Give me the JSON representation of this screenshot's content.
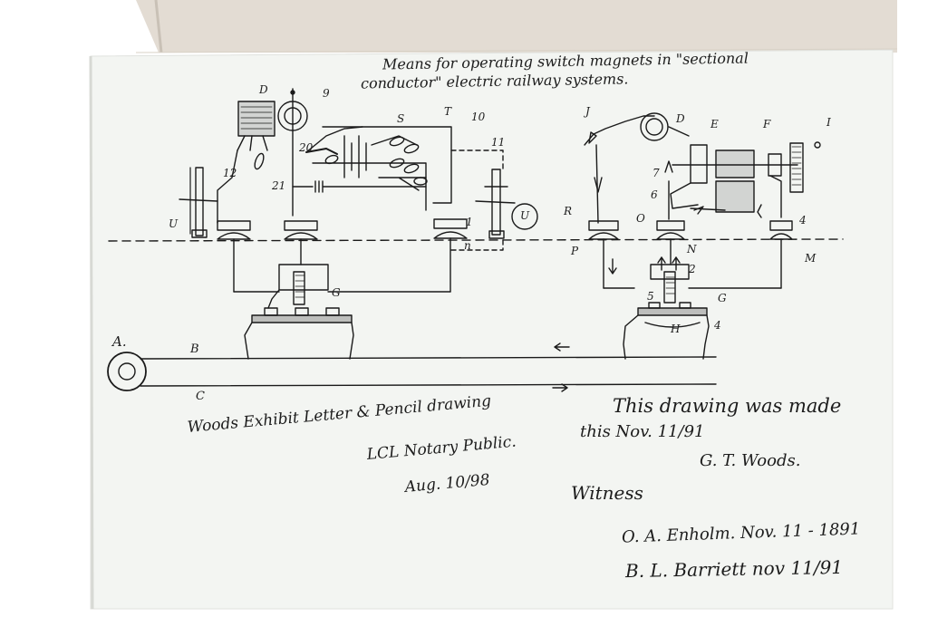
{
  "title": {
    "line1": "Means for operating switch magnets in \"sectional",
    "line2": "conductor\" electric railway systems."
  },
  "labels": {
    "D": "D",
    "n9": "9",
    "S": "S",
    "T": "T",
    "n10": "10",
    "n11": "11",
    "n20": "20",
    "n21": "21",
    "n12": "12",
    "U_left": "U",
    "U_circle": "U",
    "n1_left": "1",
    "n_small": "n",
    "G_left": "G",
    "J": "J",
    "D_right": "D",
    "E": "E",
    "F": "F",
    "I": "I",
    "n7": "7",
    "n6": "6",
    "R": "R",
    "O": "O",
    "n4_right": "4",
    "P": "P",
    "N": "N",
    "M": "M",
    "n2": "2",
    "n5": "5",
    "G_right": "G",
    "H": "H",
    "n4_bottom": "4",
    "A": "A.",
    "B": "B",
    "C": "C"
  },
  "annotations": {
    "exhibit": {
      "line1": "Woods Exhibit Letter & Pencil drawing",
      "line2": "LCL Notary Public.",
      "line3": "Aug. 10/98"
    },
    "statement": {
      "line1": "This drawing was made",
      "line2": "this Nov. 11/91",
      "line3": "G. T. Woods."
    },
    "witness": {
      "heading": "Witness",
      "sig1": "O. A. Enholm. Nov. 11 - 1891",
      "sig2": "B. L. Barriett  nov 11/91"
    }
  }
}
